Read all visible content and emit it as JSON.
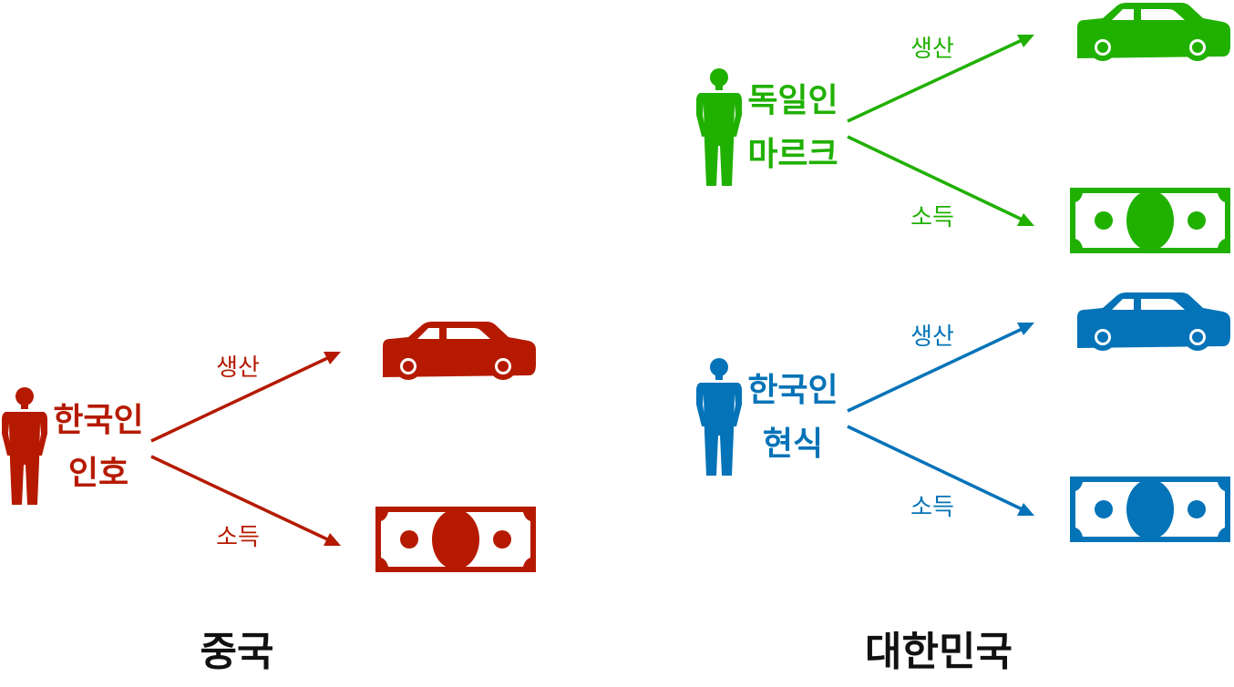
{
  "colors": {
    "china_person": "#b51a00",
    "german_person": "#20b000",
    "korean_person": "#0473b8",
    "country_label": "#111111"
  },
  "icons": {
    "person": "person-silhouette-icon",
    "car": "car-icon",
    "money": "banknote-icon"
  },
  "china": {
    "country": "중국",
    "person": {
      "line1": "한국인",
      "line2": "인호",
      "production": "생산",
      "income": "소득"
    }
  },
  "korea": {
    "country": "대한민국",
    "german": {
      "line1": "독일인",
      "line2": "마르크",
      "production": "생산",
      "income": "소득"
    },
    "korean": {
      "line1": "한국인",
      "line2": "현식",
      "production": "생산",
      "income": "소득"
    }
  }
}
